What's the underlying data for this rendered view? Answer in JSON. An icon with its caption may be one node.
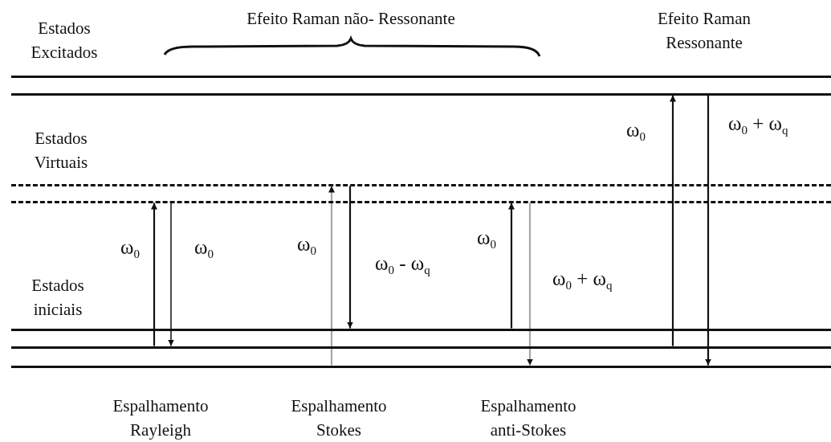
{
  "diagram": {
    "nodes": [
      {
        "text": [],
        "shape": "line"
      },
      {
        "text": [],
        "shape": "line"
      },
      {
        "text": [],
        "shape": "dash"
      },
      {
        "text": [],
        "shape": "dash"
      },
      {
        "text": [],
        "shape": "line"
      },
      {
        "text": [],
        "shape": "line"
      },
      {
        "text": [],
        "shape": "line"
      }
    ],
    "edges": [
      {
        "from": 5,
        "to": 3,
        "arrow": "to",
        "label": "ω$_{0}$"
      },
      {
        "from": 3,
        "to": 5,
        "arrow": "to",
        "label": "ω$_{0}$"
      },
      {
        "from": 6,
        "to": 2,
        "arrow": "to",
        "label": "ω$_{0}$",
        "color": "#a6a6a6"
      },
      {
        "from": 2,
        "to": 4,
        "arrow": "to",
        "label": "ω$_{0}$ - ω$_{q}$"
      },
      {
        "from": 4,
        "to": 3,
        "arrow": "to",
        "label": "ω$_{0}$"
      },
      {
        "from": 3,
        "to": 6,
        "arrow": "to",
        "label": "ω$_{0}$ + ω$_{q}$",
        "color": "#a6a6a6"
      },
      {
        "from": 5,
        "to": 1,
        "arrow": "to",
        "label": "ω$_{0}$"
      },
      {
        "from": 1,
        "to": 6,
        "arrow": "to",
        "label": "ω$_{0}$ + ω$_{q}$"
      }
    ],
    "labels": [
      "Estados Excitados",
      "Efeito Raman não- Ressonante",
      "Efeito Raman Ressonante",
      "Estados Virtuais",
      "Estados iniciais",
      "Espalhamento Rayleigh",
      "Espalhamento Stokes",
      "Espalhamento anti-Stokes"
    ]
  }
}
